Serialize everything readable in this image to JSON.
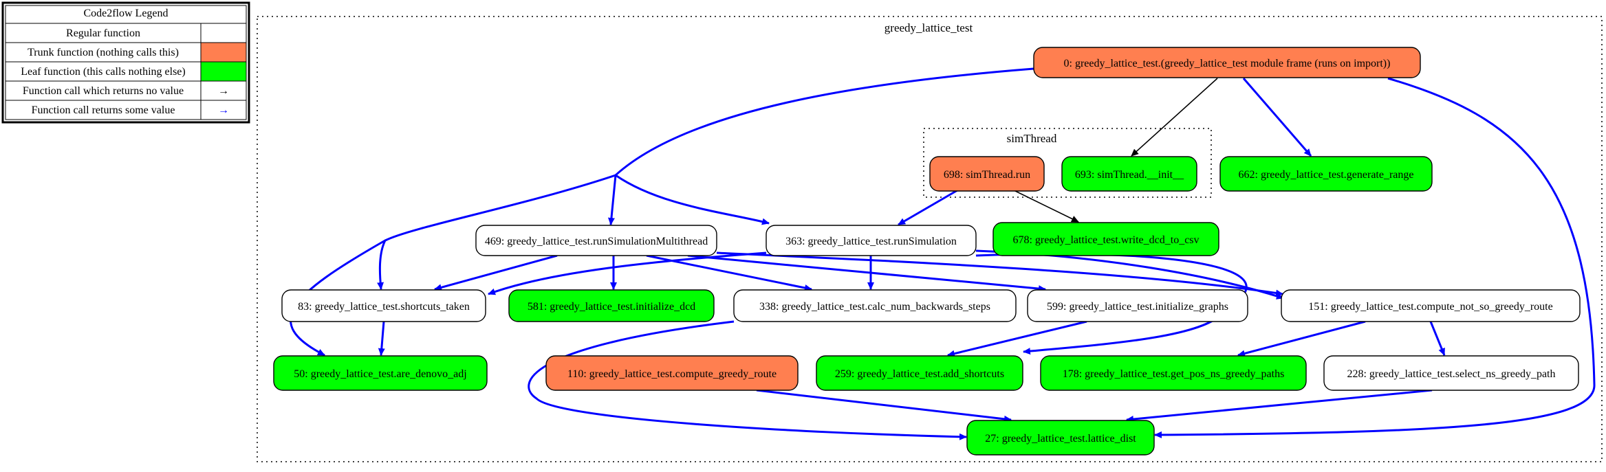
{
  "colors": {
    "trunk": "#ff7f50",
    "leaf": "#00ff00",
    "regular": "#ffffff",
    "edge_returns_value": "#0000ff",
    "edge_no_value": "#000000"
  },
  "legend": {
    "title": "Code2flow Legend",
    "rows": [
      {
        "label": "Regular function",
        "swatch": "regular"
      },
      {
        "label": "Trunk function (nothing calls this)",
        "swatch": "trunk"
      },
      {
        "label": "Leaf function (this calls nothing else)",
        "swatch": "leaf"
      },
      {
        "label": "Function call which returns no value",
        "arrow": "→",
        "arrow_color": "black"
      },
      {
        "label": "Function call returns some value",
        "arrow": "→",
        "arrow_color": "blue"
      }
    ]
  },
  "clusters": {
    "outer": "greedy_lattice_test",
    "inner": "simThread"
  },
  "nodes": [
    {
      "id": "n0",
      "label": "0: greedy_lattice_test.(greedy_lattice_test module frame (runs on import))",
      "kind": "trunk"
    },
    {
      "id": "n698",
      "label": "698: simThread.run",
      "kind": "trunk"
    },
    {
      "id": "n693",
      "label": "693: simThread.__init__",
      "kind": "leaf"
    },
    {
      "id": "n662",
      "label": "662: greedy_lattice_test.generate_range",
      "kind": "leaf"
    },
    {
      "id": "n469",
      "label": "469: greedy_lattice_test.runSimulationMultithread",
      "kind": "regular"
    },
    {
      "id": "n363",
      "label": "363: greedy_lattice_test.runSimulation",
      "kind": "regular"
    },
    {
      "id": "n678",
      "label": "678: greedy_lattice_test.write_dcd_to_csv",
      "kind": "leaf"
    },
    {
      "id": "n83",
      "label": "83: greedy_lattice_test.shortcuts_taken",
      "kind": "regular"
    },
    {
      "id": "n581",
      "label": "581: greedy_lattice_test.initialize_dcd",
      "kind": "leaf"
    },
    {
      "id": "n338",
      "label": "338: greedy_lattice_test.calc_num_backwards_steps",
      "kind": "regular"
    },
    {
      "id": "n599",
      "label": "599: greedy_lattice_test.initialize_graphs",
      "kind": "regular"
    },
    {
      "id": "n151",
      "label": "151: greedy_lattice_test.compute_not_so_greedy_route",
      "kind": "regular"
    },
    {
      "id": "n50",
      "label": "50: greedy_lattice_test.are_denovo_adj",
      "kind": "leaf"
    },
    {
      "id": "n110",
      "label": "110: greedy_lattice_test.compute_greedy_route",
      "kind": "trunk"
    },
    {
      "id": "n259",
      "label": "259: greedy_lattice_test.add_shortcuts",
      "kind": "leaf"
    },
    {
      "id": "n178",
      "label": "178: greedy_lattice_test.get_pos_ns_greedy_paths",
      "kind": "leaf"
    },
    {
      "id": "n228",
      "label": "228: greedy_lattice_test.select_ns_greedy_path",
      "kind": "regular"
    },
    {
      "id": "n27",
      "label": "27: greedy_lattice_test.lattice_dist",
      "kind": "leaf"
    }
  ],
  "edges": [
    {
      "from": "n0",
      "to": "n693",
      "returns": false
    },
    {
      "from": "n0",
      "to": "n662",
      "returns": true
    },
    {
      "from": "n0",
      "to": "n469",
      "returns": true
    },
    {
      "from": "n0",
      "to": "n363",
      "returns": true
    },
    {
      "from": "n0",
      "to": "n83",
      "returns": true
    },
    {
      "from": "n0",
      "to": "n50",
      "returns": true
    },
    {
      "from": "n0",
      "to": "n27",
      "returns": true
    },
    {
      "from": "n698",
      "to": "n363",
      "returns": true
    },
    {
      "from": "n698",
      "to": "n678",
      "returns": false
    },
    {
      "from": "n469",
      "to": "n83",
      "returns": true
    },
    {
      "from": "n469",
      "to": "n581",
      "returns": true
    },
    {
      "from": "n469",
      "to": "n338",
      "returns": true
    },
    {
      "from": "n469",
      "to": "n599",
      "returns": true
    },
    {
      "from": "n469",
      "to": "n151",
      "returns": true
    },
    {
      "from": "n363",
      "to": "n83",
      "returns": true
    },
    {
      "from": "n363",
      "to": "n338",
      "returns": true
    },
    {
      "from": "n363",
      "to": "n151",
      "returns": true
    },
    {
      "from": "n363",
      "to": "n259",
      "returns": true
    },
    {
      "from": "n83",
      "to": "n50",
      "returns": true
    },
    {
      "from": "n338",
      "to": "n27",
      "returns": true
    },
    {
      "from": "n599",
      "to": "n259",
      "returns": true
    },
    {
      "from": "n151",
      "to": "n178",
      "returns": true
    },
    {
      "from": "n151",
      "to": "n228",
      "returns": true
    },
    {
      "from": "n110",
      "to": "n27",
      "returns": true
    },
    {
      "from": "n228",
      "to": "n27",
      "returns": true
    }
  ]
}
